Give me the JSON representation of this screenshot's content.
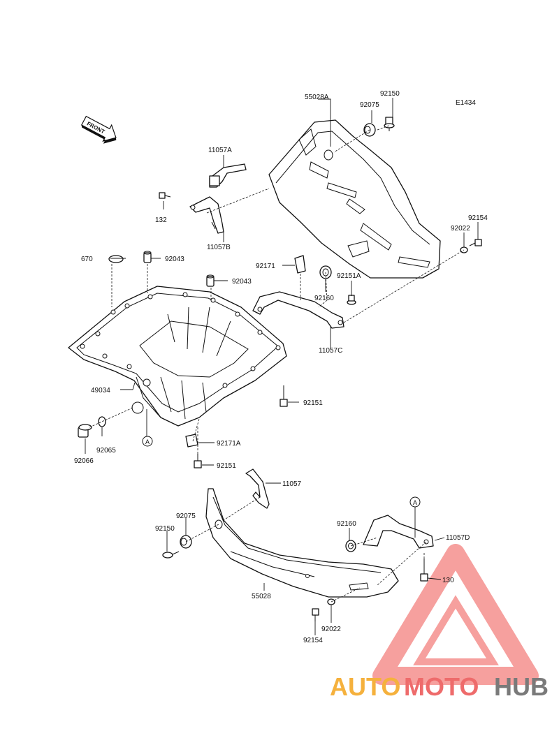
{
  "diagram": {
    "code": "E1434",
    "direction": "FRONT",
    "ref_marker": "A",
    "watermark": {
      "part1": "AUTO",
      "part2": "MOTO",
      "part3": "HUB",
      "colors": {
        "auto": "#f5b13d",
        "moto": "#ee6b6b",
        "hub": "#7a7a7a",
        "triangle": "#ef5350"
      }
    }
  },
  "parts": {
    "p55028A": "55028A",
    "p92075a": "92075",
    "p92150a": "92150",
    "p11057A": "11057A",
    "p132a": "132",
    "p11057B": "11057B",
    "p670": "670",
    "p92043a": "92043",
    "p92043b": "92043",
    "p92171": "92171",
    "p92160a": "92160",
    "p92151A": "92151A",
    "p92154a": "92154",
    "p92022a": "92022",
    "p11057C": "11057C",
    "p49034": "49034",
    "p92151a": "92151",
    "p92065": "92065",
    "p92066": "92066",
    "p92171A": "92171A",
    "p92151b": "92151",
    "p11057": "11057",
    "p92075b": "92075",
    "p92150b": "92150",
    "p92160b": "92160",
    "p11057D": "11057D",
    "p130": "130",
    "p55028": "55028",
    "p92022b": "92022",
    "p92154b": "92154"
  }
}
